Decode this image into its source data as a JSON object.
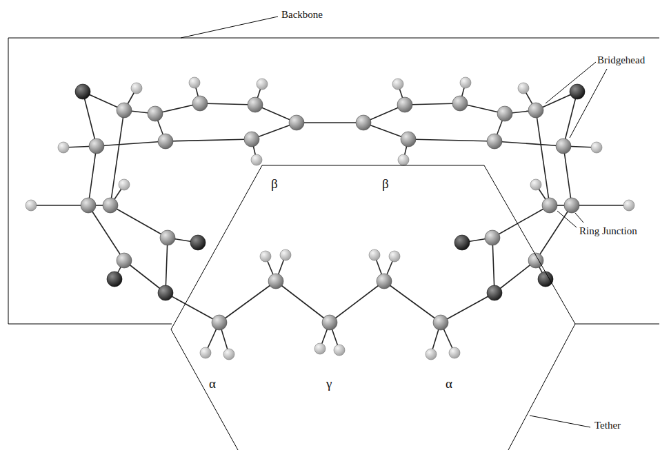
{
  "diagram": {
    "nodes": [
      {
        "text": [
          "Backbone"
        ]
      },
      {
        "text": [
          "Tether"
        ]
      }
    ],
    "labels": [
      "Bridgehead",
      "β",
      "β",
      "Ring Junction",
      "α",
      "γ",
      "α"
    ]
  }
}
